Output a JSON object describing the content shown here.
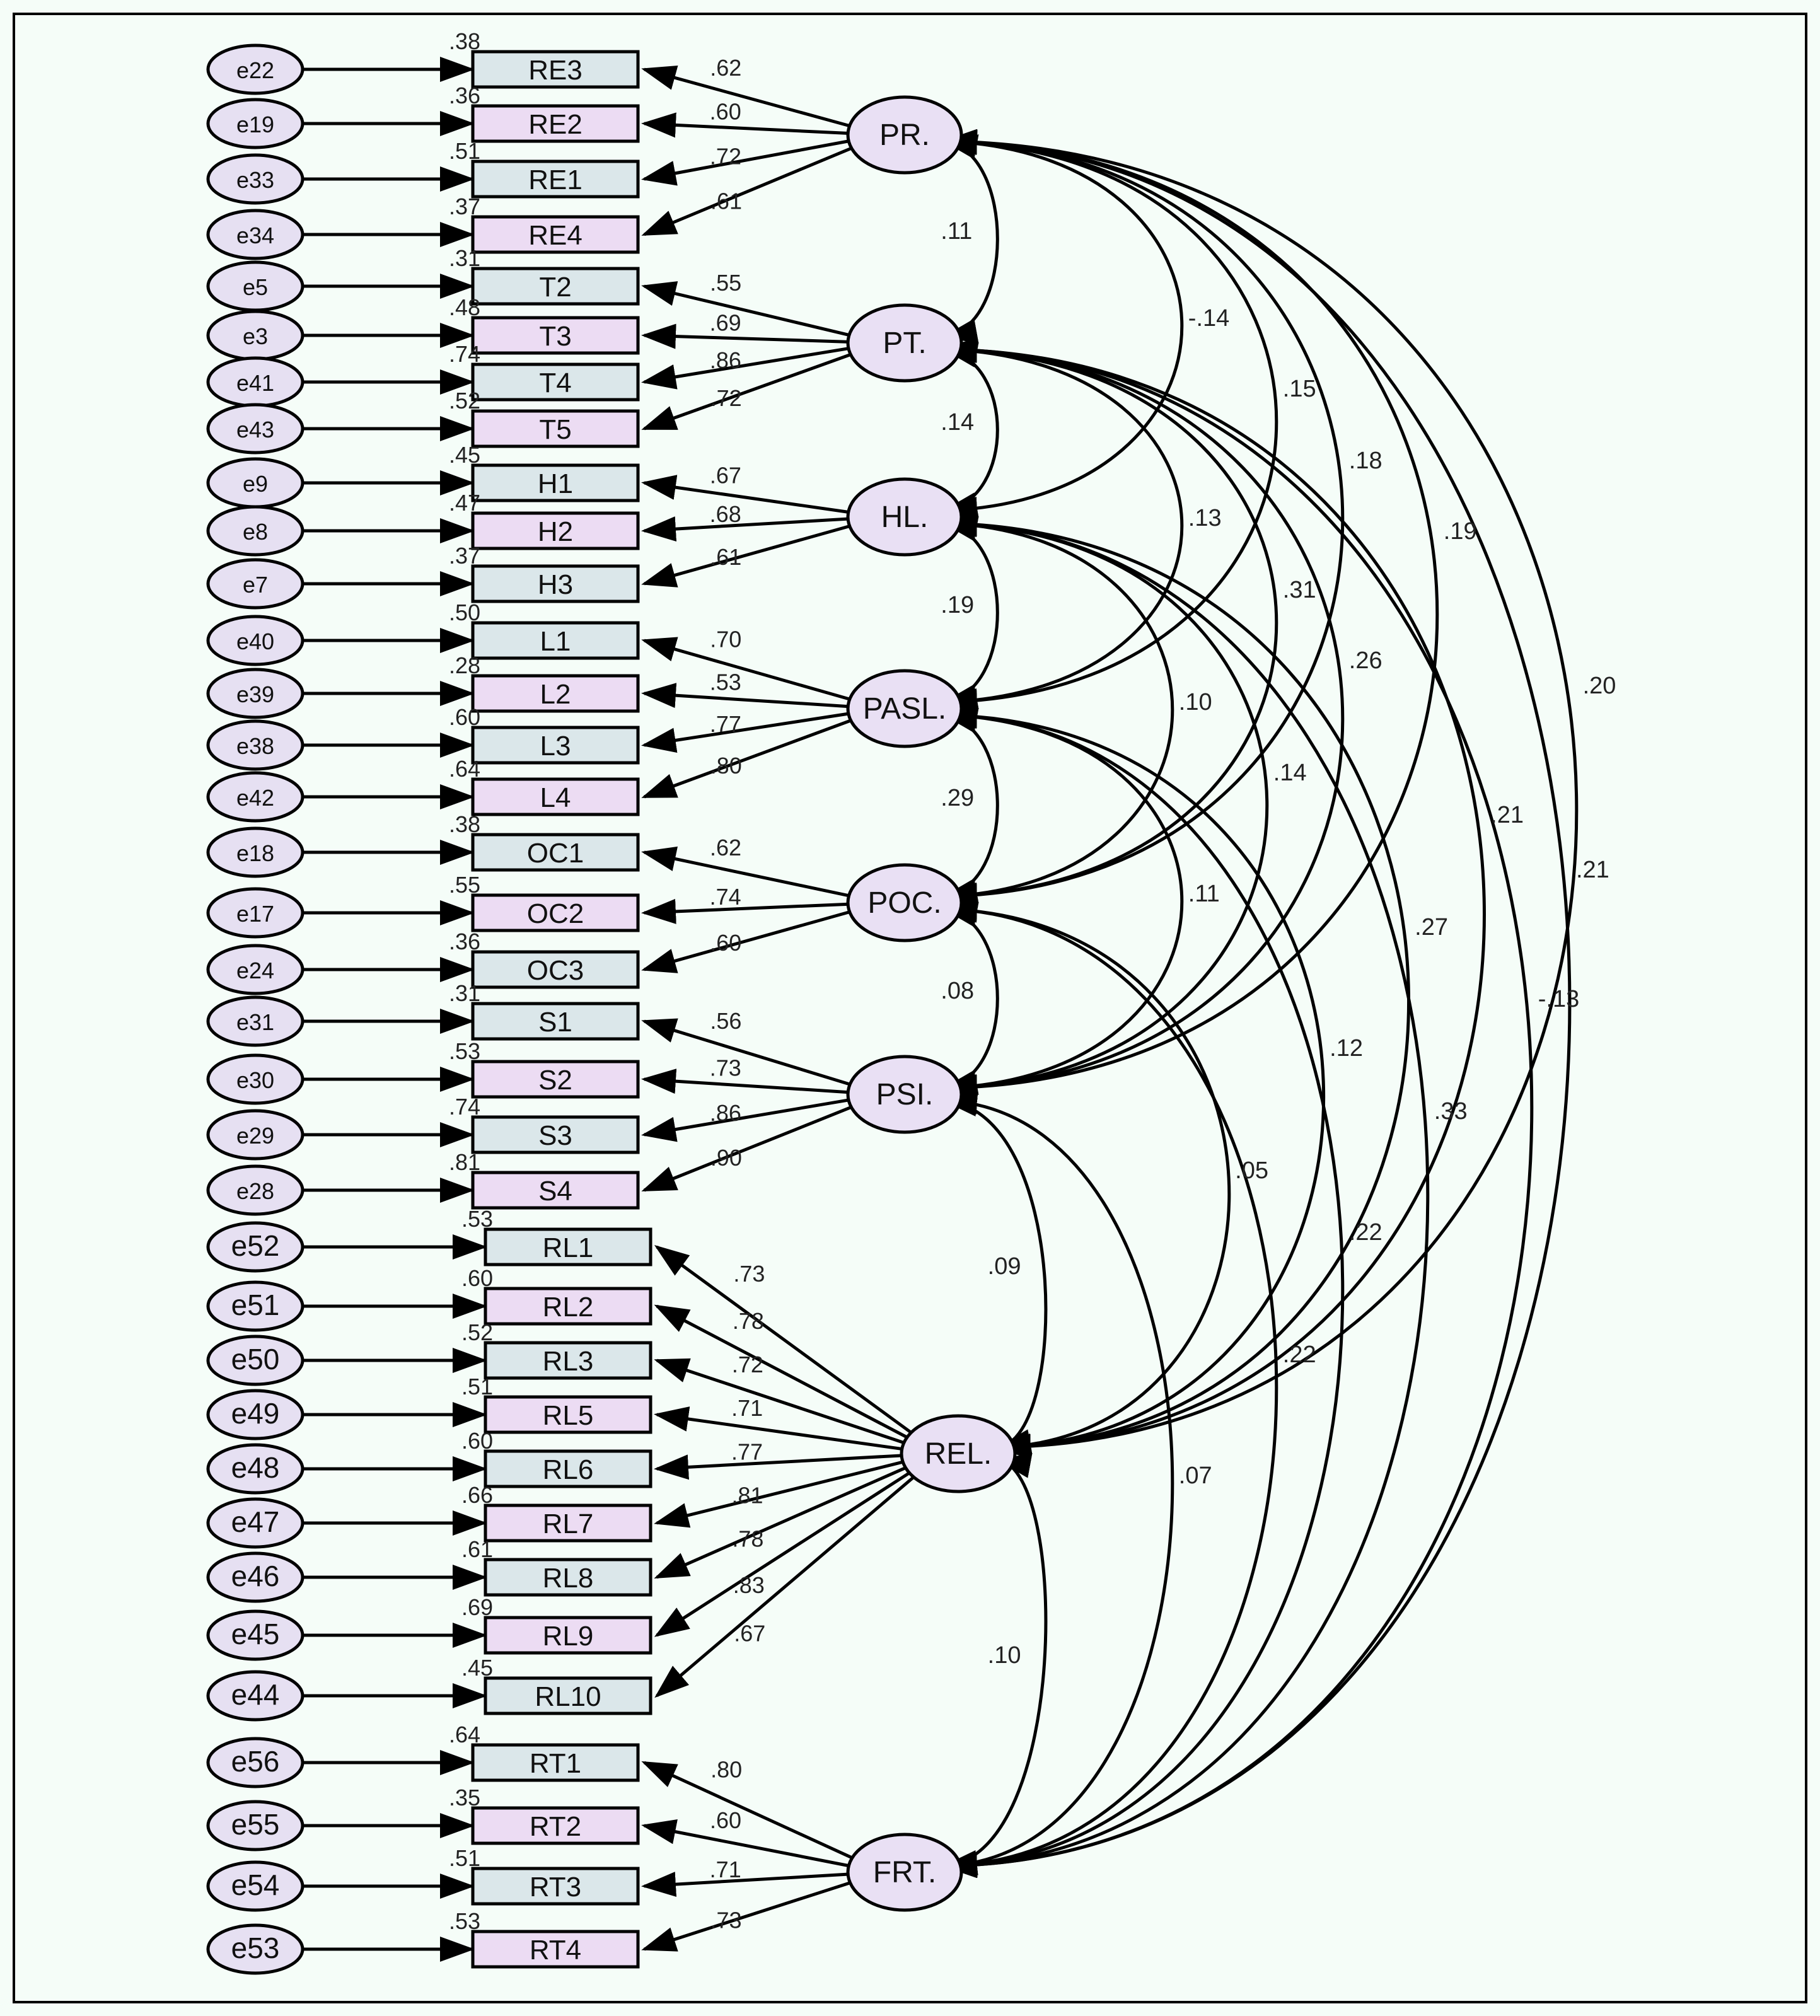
{
  "colors": {
    "background": "#f5fdf8",
    "frame": "#000000",
    "indicator_fill_a": "#dbe7ea",
    "indicator_fill_b": "#ecdcf3",
    "latent_fill": "#e9e0f4",
    "error_fill": "#e6e0f2",
    "stroke": "#000000"
  },
  "latents": [
    {
      "id": "PR",
      "label": "PR.",
      "indicators": [
        {
          "error": "e22",
          "name": "RE3",
          "r2": ".38",
          "loading": ".62"
        },
        {
          "error": "e19",
          "name": "RE2",
          "r2": ".36",
          "loading": ".60"
        },
        {
          "error": "e33",
          "name": "RE1",
          "r2": ".51",
          "loading": ".72"
        },
        {
          "error": "e34",
          "name": "RE4",
          "r2": ".37",
          "loading": ".61"
        }
      ]
    },
    {
      "id": "PT",
      "label": "PT.",
      "indicators": [
        {
          "error": "e5",
          "name": "T2",
          "r2": ".31",
          "loading": ".55"
        },
        {
          "error": "e3",
          "name": "T3",
          "r2": ".48",
          "loading": ".69"
        },
        {
          "error": "e41",
          "name": "T4",
          "r2": ".74",
          "loading": ".86"
        },
        {
          "error": "e43",
          "name": "T5",
          "r2": ".52",
          "loading": ".72"
        }
      ]
    },
    {
      "id": "HL",
      "label": "HL.",
      "indicators": [
        {
          "error": "e9",
          "name": "H1",
          "r2": ".45",
          "loading": ".67"
        },
        {
          "error": "e8",
          "name": "H2",
          "r2": ".47",
          "loading": ".68"
        },
        {
          "error": "e7",
          "name": "H3",
          "r2": ".37",
          "loading": ".61"
        }
      ]
    },
    {
      "id": "PASL",
      "label": "PASL.",
      "indicators": [
        {
          "error": "e40",
          "name": "L1",
          "r2": ".50",
          "loading": ".70"
        },
        {
          "error": "e39",
          "name": "L2",
          "r2": ".28",
          "loading": ".53"
        },
        {
          "error": "e38",
          "name": "L3",
          "r2": ".60",
          "loading": ".77"
        },
        {
          "error": "e42",
          "name": "L4",
          "r2": ".64",
          "loading": ".80"
        }
      ]
    },
    {
      "id": "POC",
      "label": "POC.",
      "indicators": [
        {
          "error": "e18",
          "name": "OC1",
          "r2": ".38",
          "loading": ".62"
        },
        {
          "error": "e17",
          "name": "OC2",
          "r2": ".55",
          "loading": ".74"
        },
        {
          "error": "e24",
          "name": "OC3",
          "r2": ".36",
          "loading": ".60"
        }
      ]
    },
    {
      "id": "PSI",
      "label": "PSI.",
      "indicators": [
        {
          "error": "e31",
          "name": "S1",
          "r2": ".31",
          "loading": ".56"
        },
        {
          "error": "e30",
          "name": "S2",
          "r2": ".53",
          "loading": ".73"
        },
        {
          "error": "e29",
          "name": "S3",
          "r2": ".74",
          "loading": ".86"
        },
        {
          "error": "e28",
          "name": "S4",
          "r2": ".81",
          "loading": ".90"
        }
      ]
    },
    {
      "id": "REL",
      "label": "REL.",
      "indicators": [
        {
          "error": "e52",
          "name": "RL1",
          "r2": ".53",
          "loading": ".73"
        },
        {
          "error": "e51",
          "name": "RL2",
          "r2": ".60",
          "loading": ".78"
        },
        {
          "error": "e50",
          "name": "RL3",
          "r2": ".52",
          "loading": ".72"
        },
        {
          "error": "e49",
          "name": "RL5",
          "r2": ".51",
          "loading": ".71"
        },
        {
          "error": "e48",
          "name": "RL6",
          "r2": ".60",
          "loading": ".77"
        },
        {
          "error": "e47",
          "name": "RL7",
          "r2": ".66",
          "loading": ".81"
        },
        {
          "error": "e46",
          "name": "RL8",
          "r2": ".61",
          "loading": ".78"
        },
        {
          "error": "e45",
          "name": "RL9",
          "r2": ".69",
          "loading": ".83"
        },
        {
          "error": "e44",
          "name": "RL10",
          "r2": ".45",
          "loading": ".67"
        }
      ]
    },
    {
      "id": "FRT",
      "label": "FRT.",
      "indicators": [
        {
          "error": "e56",
          "name": "RT1",
          "r2": ".64",
          "loading": ".80"
        },
        {
          "error": "e55",
          "name": "RT2",
          "r2": ".35",
          "loading": ".60"
        },
        {
          "error": "e54",
          "name": "RT3",
          "r2": ".51",
          "loading": ".71"
        },
        {
          "error": "e53",
          "name": "RT4",
          "r2": ".53",
          "loading": ".73"
        }
      ]
    }
  ],
  "correlations": [
    {
      "from": "PR",
      "to": "PT",
      "value": ".11"
    },
    {
      "from": "PT",
      "to": "HL",
      "value": ".14"
    },
    {
      "from": "HL",
      "to": "PASL",
      "value": ".19"
    },
    {
      "from": "PASL",
      "to": "POC",
      "value": ".29"
    },
    {
      "from": "POC",
      "to": "PSI",
      "value": ".08"
    },
    {
      "from": "PSI",
      "to": "REL",
      "value": ".09"
    },
    {
      "from": "REL",
      "to": "FRT",
      "value": ".10"
    },
    {
      "from": "PR",
      "to": "HL",
      "value": "-.14"
    },
    {
      "from": "PR",
      "to": "PASL",
      "value": ".15"
    },
    {
      "from": "PR",
      "to": "POC",
      "value": ".18"
    },
    {
      "from": "PR",
      "to": "PSI",
      "value": ".19"
    },
    {
      "from": "PR",
      "to": "REL",
      "value": ".20"
    },
    {
      "from": "PR",
      "to": "FRT",
      "value": ".21"
    },
    {
      "from": "PT",
      "to": "PASL",
      "value": ".13"
    },
    {
      "from": "PT",
      "to": "POC",
      "value": ".31"
    },
    {
      "from": "PT",
      "to": "PSI",
      "value": ".26"
    },
    {
      "from": "PT",
      "to": "REL",
      "value": ".21"
    },
    {
      "from": "PT",
      "to": "FRT",
      "value": "-.13"
    },
    {
      "from": "HL",
      "to": "POC",
      "value": ".10"
    },
    {
      "from": "HL",
      "to": "PSI",
      "value": ".14"
    },
    {
      "from": "HL",
      "to": "REL",
      "value": ".27"
    },
    {
      "from": "HL",
      "to": "FRT",
      "value": ".33"
    },
    {
      "from": "PASL",
      "to": "PSI",
      "value": ".11"
    },
    {
      "from": "PASL",
      "to": "REL",
      "value": ".12"
    },
    {
      "from": "PASL",
      "to": "FRT",
      "value": ".22"
    },
    {
      "from": "POC",
      "to": "REL",
      "value": ".05"
    },
    {
      "from": "POC",
      "to": "FRT",
      "value": ".22"
    },
    {
      "from": "PSI",
      "to": "FRT",
      "value": ".07"
    }
  ]
}
